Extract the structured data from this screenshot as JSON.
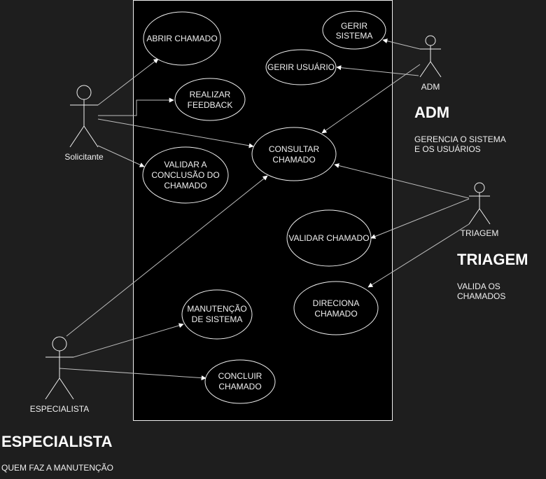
{
  "use_cases": {
    "abrir": [
      "ABRIR CHAMADO"
    ],
    "gerir_sistema": [
      "GERIR",
      "SISTEMA"
    ],
    "gerir_usuario": [
      "GERIR USUÁRIO"
    ],
    "feedback": [
      "REALIZAR",
      "FEEDBACK"
    ],
    "consultar": [
      "CONSULTAR",
      "CHAMADO"
    ],
    "validar_conclusao": [
      "VALIDAR A",
      "CONCLUSÃO DO",
      "CHAMADO"
    ],
    "validar_chamado": [
      "VALIDAR CHAMADO"
    ],
    "direciona": [
      "DIRECIONA",
      "CHAMADO"
    ],
    "manutencao": [
      "MANUTENÇÃO",
      "DE SISTEMA"
    ],
    "concluir": [
      "CONCLUIR",
      "CHAMADO"
    ]
  },
  "actors": {
    "solicitante": "Solicitante",
    "adm": "ADM",
    "triagem": "TRIAGEM",
    "especialista": "ESPECIALISTA"
  },
  "notes": {
    "adm": {
      "title": "ADM",
      "lines": [
        "GERENCIA O SISTEMA",
        "E OS USUÁRIOS"
      ]
    },
    "triagem": {
      "title": "TRIAGEM",
      "lines": [
        "VALIDA OS",
        "CHAMADOS"
      ]
    },
    "especialista": {
      "title": "ESPECIALISTA",
      "lines": [
        "QUEM FAZ A MANUTENÇÃO"
      ]
    }
  },
  "colors": {
    "background": "#1e1e1e",
    "boundary_fill": "#000000",
    "stroke": "#f0f0f0",
    "line": "#bdbdbd"
  }
}
